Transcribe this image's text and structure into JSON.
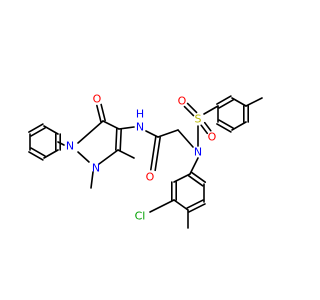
{
  "colors": {
    "bond": "#000000",
    "N": "#0000ff",
    "O": "#ff0000",
    "S": "#b8b800",
    "Cl": "#00a000"
  },
  "atom_labels": {
    "o_carbonyl_pyrazolone": "O",
    "n_pyrazole_1": "N",
    "n_pyrazole_2": "N",
    "nh_amide": "N",
    "h_amide": "H",
    "o_amide": "O",
    "n_sulfonamide": "N",
    "s_sulfonyl": "S",
    "o_sulfonyl_1": "O",
    "o_sulfonyl_2": "O",
    "cl": "Cl"
  }
}
